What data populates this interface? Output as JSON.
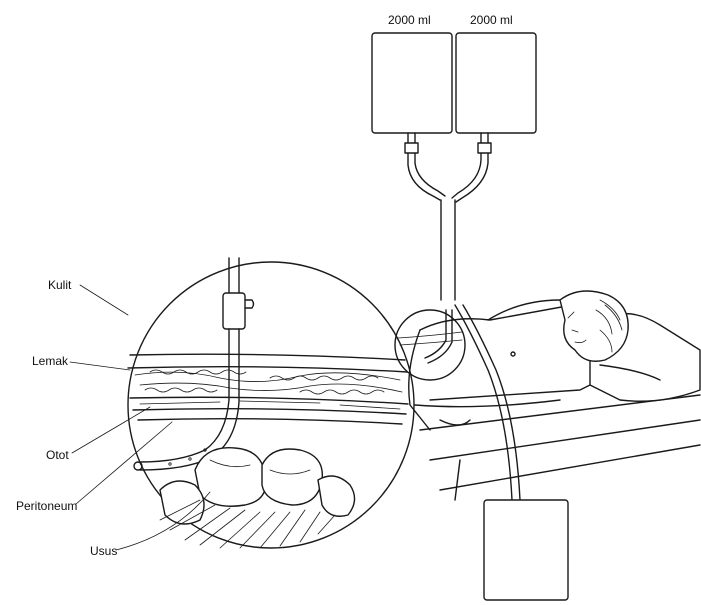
{
  "bags": {
    "left_volume": "2000 ml",
    "right_volume": "2000 ml"
  },
  "labels": {
    "kulit": "Kulit",
    "lemak": "Lemak",
    "otot": "Otot",
    "peritoneum": "Peritoneum",
    "usus": "Usus"
  },
  "colors": {
    "ink": "#1a1a1a",
    "background": "#ffffff"
  }
}
